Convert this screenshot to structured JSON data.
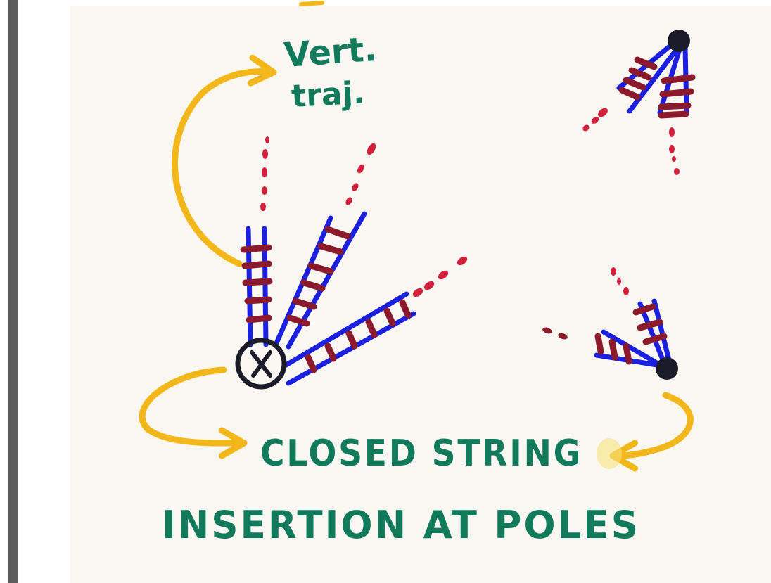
{
  "labels": {
    "vert_traj_line1": "Vert.",
    "vert_traj_line2": "traj.",
    "caption_line1": "CLOSED STRING",
    "caption_line2": "INSERTION AT POLES"
  },
  "colors": {
    "paper": "#fbf8f4",
    "text_green": "#117a5a",
    "arrow_yellow": "#f3b71a",
    "string_blue": "#1b1fe0",
    "band_maroon": "#8b1a2c",
    "dots_red": "#d0203c",
    "pole_black": "#1c1c28"
  }
}
